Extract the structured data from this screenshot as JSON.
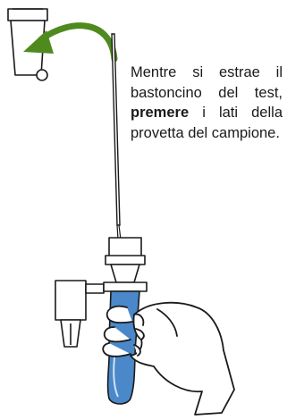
{
  "instruction": {
    "before_bold": "Mentre si estrae il bastoncino del test, ",
    "bold": "premere",
    "after_bold": " i lati della provetta del campione."
  },
  "colors": {
    "arrow": "#4f8a1e",
    "tube_fill": "#4a88c9",
    "outline": "#1a1a1a",
    "background": "#ffffff"
  },
  "icons": [
    "trash-bin-icon",
    "curved-arrow-icon",
    "test-swab-icon",
    "sample-tube-icon",
    "hand-icon"
  ]
}
